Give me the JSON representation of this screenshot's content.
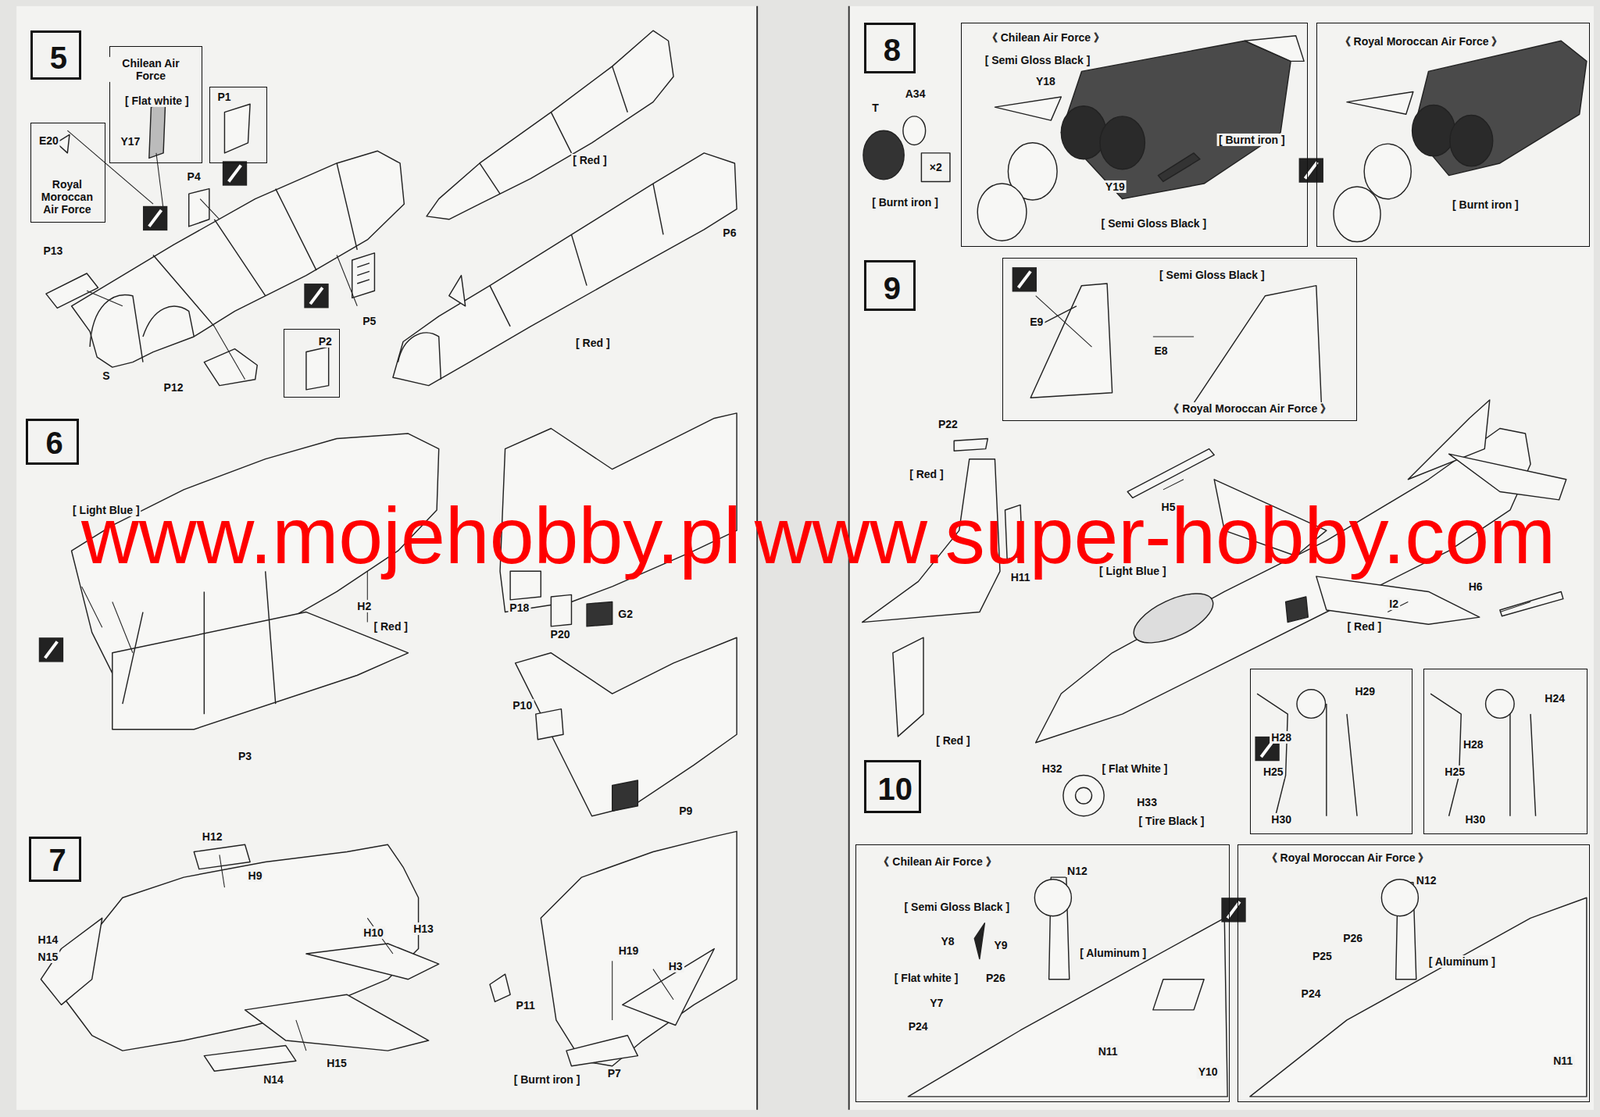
{
  "diagram": {
    "nodes": [
      {
        "text": [
          "5"
        ]
      },
      {
        "text": [
          "Chilean Air Force",
          "[ Flat white ]",
          "Y17"
        ]
      },
      {
        "text": [
          "E20",
          "Royal Moroccan Air Force"
        ]
      },
      {
        "text": [
          "P1"
        ]
      },
      {
        "text": [
          "P2"
        ]
      },
      {
        "text": [
          "6"
        ]
      },
      {
        "text": [
          "7"
        ]
      },
      {
        "text": [
          "8"
        ]
      },
      {
        "text": [
          "《 Chilean Air Force 》",
          "[ Semi Gloss Black ]",
          "Y18",
          "[ Burnt iron ]",
          "Y19",
          "[ Semi Gloss Black ]"
        ]
      },
      {
        "text": [
          "《 Royal Moroccan Air Force 》",
          "[ Burnt iron ]"
        ]
      },
      {
        "text": [
          "9"
        ]
      },
      {
        "text": [
          "[ Semi Gloss Black ]",
          "E9",
          "E8",
          "《 Royal Moroccan Air Force 》"
        ]
      },
      {
        "text": [
          "10"
        ]
      },
      {
        "text": [
          "H29",
          "H28",
          "H25",
          "H30"
        ]
      },
      {
        "text": [
          "H24",
          "H28",
          "H25",
          "H30"
        ]
      },
      {
        "text": [
          "《 Chilean Air Force 》",
          "N12",
          "[ Semi Gloss Black ]",
          "Y8",
          "Y9",
          "[ Aluminum ]",
          "[ Flat white ]",
          "P26",
          "Y7",
          "P24",
          "N11",
          "Y10"
        ]
      },
      {
        "text": [
          "《 Royal Moroccan Air Force 》",
          "N12",
          "P26",
          "P25",
          "[ Aluminum ]",
          "P24",
          "N11"
        ]
      }
    ],
    "labels": [
      "P4",
      "P13",
      "S",
      "P12",
      "P5",
      "[ Red ]",
      "[ Red ]",
      "P6",
      "[ Light Blue ]",
      "P18",
      "P20",
      "G2",
      "H2",
      "[ Red ]",
      "P3",
      "P10",
      "P9",
      "H12",
      "H9",
      "H14",
      "N15",
      "H10",
      "H13",
      "H15",
      "N14",
      "H19",
      "H3",
      "P11",
      "[ Burnt iron ]",
      "P7",
      "A34",
      "T",
      "×2",
      "[ Burnt iron ]",
      "P22",
      "[ Red ]",
      "H5",
      "[ Light Blue ]",
      "H11",
      "I2",
      "H6",
      "[ Red ]",
      "[ Red ]",
      "H32",
      "[ Flat White ]",
      "H33",
      "[ Tire Black ]",
      "www.mojehobby.pl",
      "www.super-hobby.com"
    ]
  }
}
